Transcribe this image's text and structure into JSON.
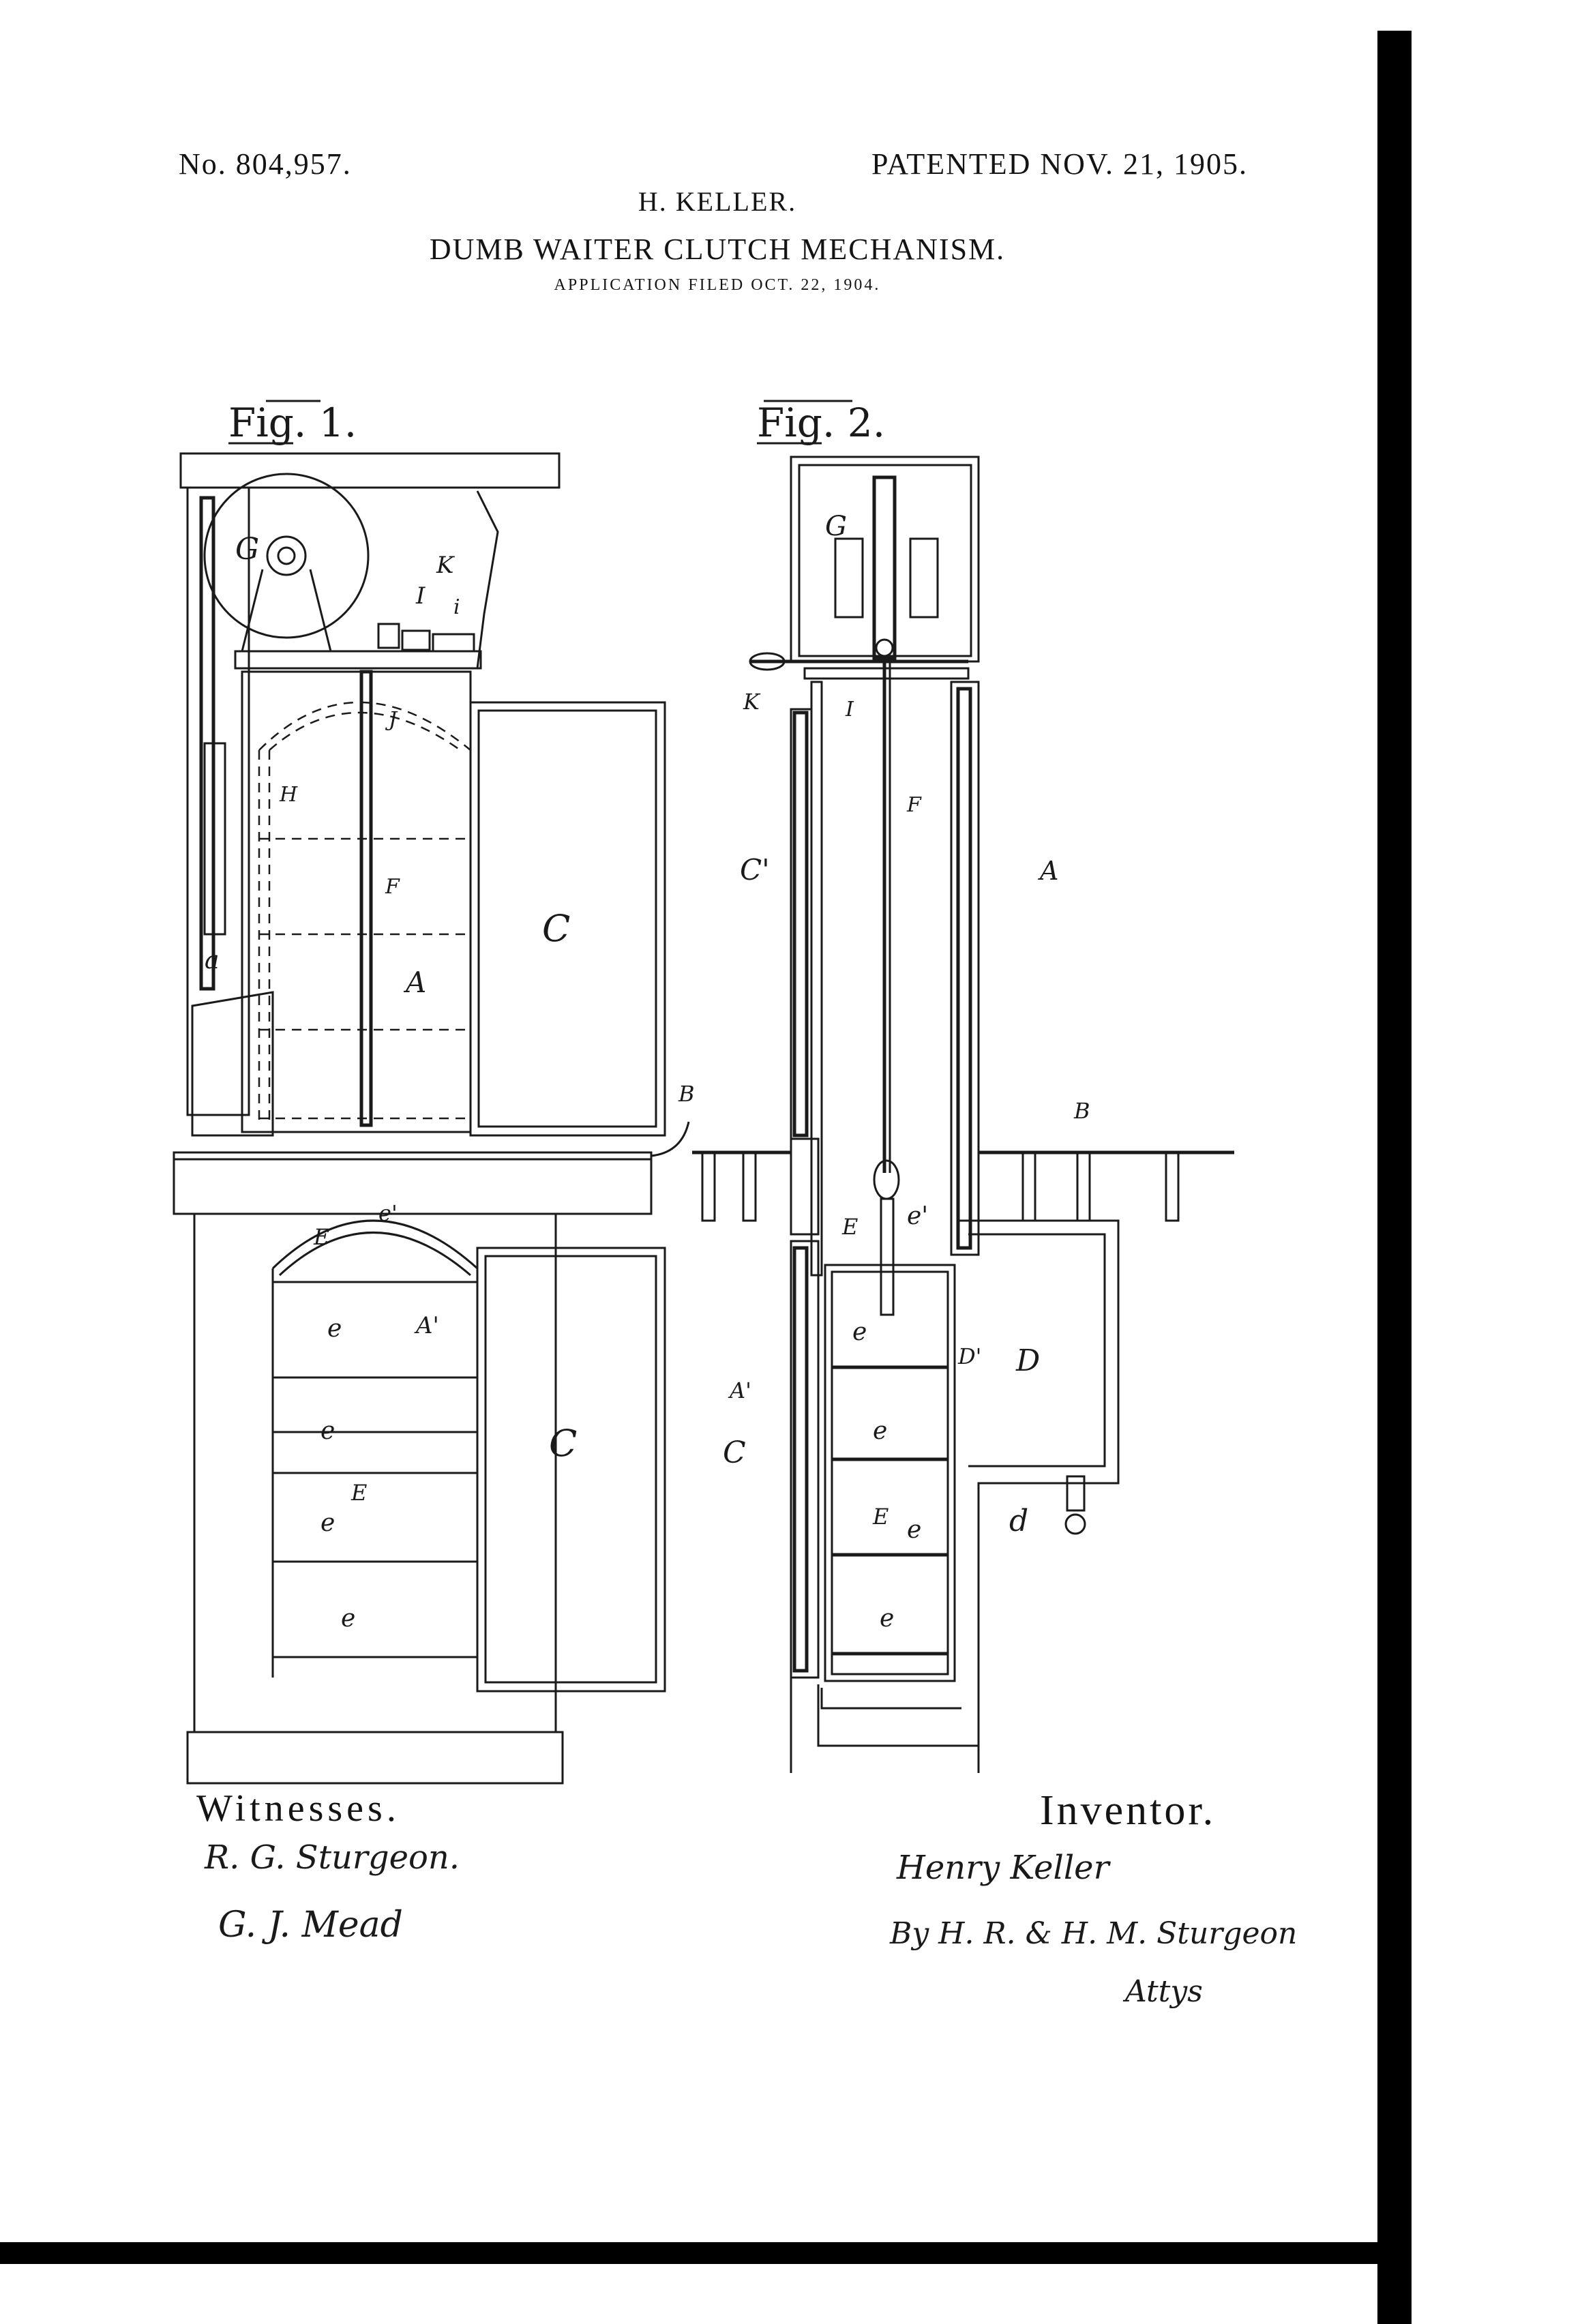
{
  "header": {
    "patent_number": "No. 804,957.",
    "patent_date": "PATENTED NOV. 21, 1905.",
    "inventor": "H. KELLER.",
    "title": "DUMB WAITER CLUTCH MECHANISM.",
    "application": "APPLICATION FILED OCT. 22, 1904."
  },
  "figures": {
    "fig1_label": "Fig. 1.",
    "fig2_label": "Fig. 2."
  },
  "fig1_labels": {
    "G": "G",
    "K": "K",
    "I": "I",
    "i": "i",
    "J": "J",
    "H": "H",
    "F": "F",
    "A": "A",
    "a": "a",
    "C_upper": "C",
    "B": "B",
    "e_prime": "e'",
    "E_top": "E",
    "A_prime": "A'",
    "e1": "e",
    "e2": "e",
    "E_mid": "E",
    "e3": "e",
    "e4": "e",
    "C_lower": "C"
  },
  "fig2_labels": {
    "G": "G",
    "K": "K",
    "I": "I",
    "F": "F",
    "C_prime": "C'",
    "A": "A",
    "B": "B",
    "e_prime": "e'",
    "E_top": "E",
    "e1": "e",
    "D_prime": "D'",
    "D": "D",
    "A_prime": "A'",
    "e2": "e",
    "C": "C",
    "E_mid": "E",
    "e3": "e",
    "d": "d",
    "e4": "e"
  },
  "signatures": {
    "witnesses_heading": "Witnesses.",
    "witness1": "R. G. Sturgeon.",
    "witness2": "G. J. Mead",
    "inventor_heading": "Inventor.",
    "inventor_name": "Henry Keller",
    "attorney_line": "By H. R. & H. M. Sturgeon",
    "attorney_suffix": "Attys"
  }
}
